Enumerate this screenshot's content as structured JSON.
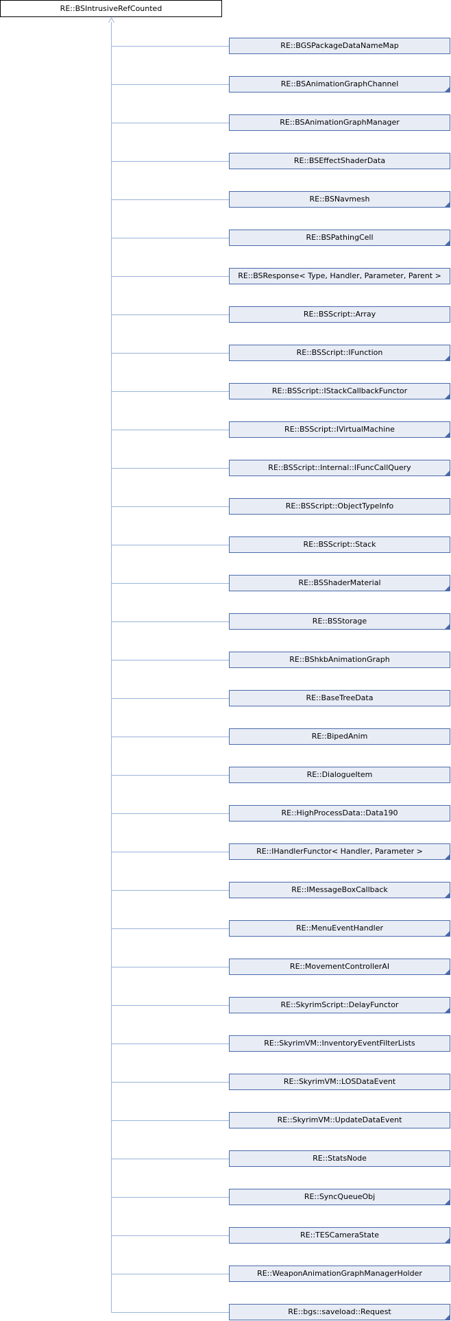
{
  "base_class": "RE::BSIntrusiveRefCounted",
  "colors": {
    "connector": "#9ab3d8",
    "node_border": "#4a6aaa",
    "node_fill": "#e8ecf5",
    "root_border": "#000000"
  },
  "derived_classes": [
    {
      "label": "RE::BGSPackageDataNameMap",
      "has_more": false
    },
    {
      "label": "RE::BSAnimationGraphChannel",
      "has_more": true
    },
    {
      "label": "RE::BSAnimationGraphManager",
      "has_more": false
    },
    {
      "label": "RE::BSEffectShaderData",
      "has_more": false
    },
    {
      "label": "RE::BSNavmesh",
      "has_more": true
    },
    {
      "label": "RE::BSPathingCell",
      "has_more": true
    },
    {
      "label": "RE::BSResponse< Type, Handler, Parameter, Parent >",
      "has_more": false
    },
    {
      "label": "RE::BSScript::Array",
      "has_more": false
    },
    {
      "label": "RE::BSScript::IFunction",
      "has_more": true
    },
    {
      "label": "RE::BSScript::IStackCallbackFunctor",
      "has_more": true
    },
    {
      "label": "RE::BSScript::IVirtualMachine",
      "has_more": true
    },
    {
      "label": "RE::BSScript::Internal::IFuncCallQuery",
      "has_more": true
    },
    {
      "label": "RE::BSScript::ObjectTypeInfo",
      "has_more": false
    },
    {
      "label": "RE::BSScript::Stack",
      "has_more": false
    },
    {
      "label": "RE::BSShaderMaterial",
      "has_more": true
    },
    {
      "label": "RE::BSStorage",
      "has_more": true
    },
    {
      "label": "RE::BShkbAnimationGraph",
      "has_more": false
    },
    {
      "label": "RE::BaseTreeData",
      "has_more": false
    },
    {
      "label": "RE::BipedAnim",
      "has_more": false
    },
    {
      "label": "RE::DialogueItem",
      "has_more": false
    },
    {
      "label": "RE::HighProcessData::Data190",
      "has_more": false
    },
    {
      "label": "RE::IHandlerFunctor< Handler, Parameter >",
      "has_more": true
    },
    {
      "label": "RE::IMessageBoxCallback",
      "has_more": true
    },
    {
      "label": "RE::MenuEventHandler",
      "has_more": true
    },
    {
      "label": "RE::MovementControllerAI",
      "has_more": true
    },
    {
      "label": "RE::SkyrimScript::DelayFunctor",
      "has_more": true
    },
    {
      "label": "RE::SkyrimVM::InventoryEventFilterLists",
      "has_more": false
    },
    {
      "label": "RE::SkyrimVM::LOSDataEvent",
      "has_more": false
    },
    {
      "label": "RE::SkyrimVM::UpdateDataEvent",
      "has_more": false
    },
    {
      "label": "RE::StatsNode",
      "has_more": false
    },
    {
      "label": "RE::SyncQueueObj",
      "has_more": true
    },
    {
      "label": "RE::TESCameraState",
      "has_more": true
    },
    {
      "label": "RE::WeaponAnimationGraphManagerHolder",
      "has_more": false
    },
    {
      "label": "RE::bgs::saveload::Request",
      "has_more": true
    }
  ]
}
